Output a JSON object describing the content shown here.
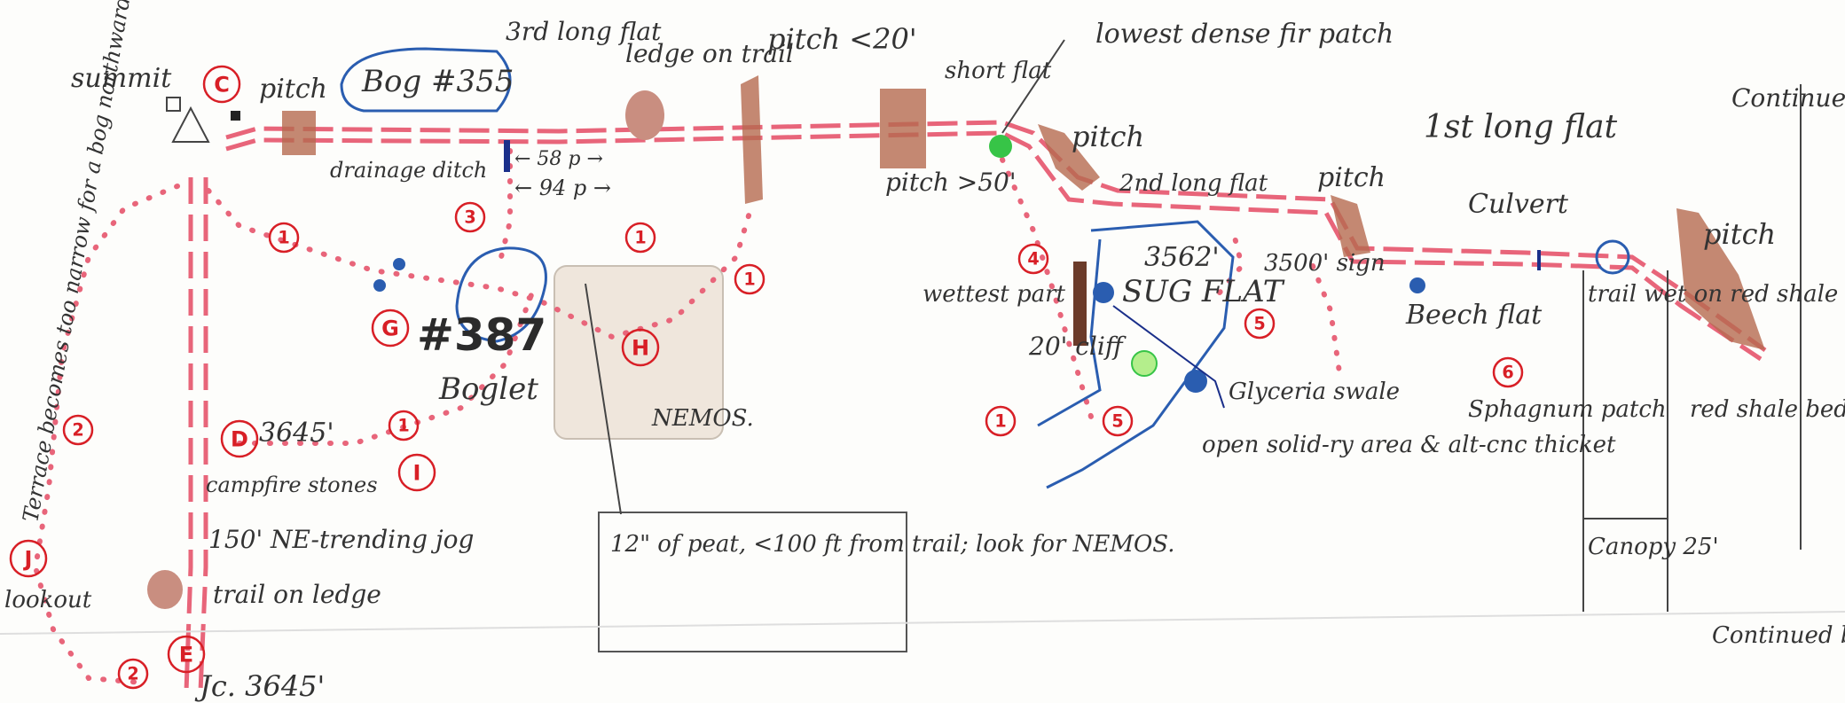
{
  "waypoints": [
    {
      "id": "C",
      "label": "C"
    },
    {
      "id": "D",
      "label": "D"
    },
    {
      "id": "E",
      "label": "E"
    },
    {
      "id": "G",
      "label": "G"
    },
    {
      "id": "H",
      "label": "H"
    },
    {
      "id": "I",
      "label": "I"
    },
    {
      "id": "J",
      "label": "J"
    }
  ],
  "numbers": [
    "1",
    "1",
    "1",
    "1",
    "1",
    "2",
    "2",
    "3",
    "4",
    "5",
    "5",
    "6"
  ],
  "labels": {
    "summit": "summit",
    "pitch_top_left": "pitch",
    "bog355": "Bog #355",
    "third_flat": "3rd long flat",
    "ledge_on_trail": "ledge on trail",
    "pitch_lt20": "pitch <20'",
    "short_flat": "short flat",
    "lowest_fir": "lowest dense fir patch",
    "continued_right": "Continued",
    "drainage_ditch": "drainage ditch",
    "dist_58": "← 58 p →",
    "dist_94": "← 94 p →",
    "pitch_50": "pitch >50'",
    "pitch_mid": "pitch",
    "second_flat": "2nd long flat",
    "pitch_right1": "pitch",
    "first_flat": "1st long flat",
    "culvert": "Culvert",
    "pitch_right2": "pitch",
    "terrace": "Terrace becomes too narrow for a bog northward",
    "boglet_num": "#387",
    "boglet": "Boglet",
    "elev_3562": "3562'",
    "sug_flat": "SUG FLAT",
    "sign_3500": "3500' sign",
    "beech_flat": "Beech flat",
    "wettest": "wettest part",
    "cliff": "20' cliff",
    "glyceria": "Glyceria swale",
    "open_solid": "open solid-ry area & alt-cnc thicket",
    "sphagnum": "Sphagnum patch",
    "trail_wet": "trail wet on red shale ledge",
    "canopy": "Canopy 25'",
    "red_shale": "red shale bedrock exposed",
    "elev_3645": "3645'",
    "campfire": "campfire stones",
    "jog": "150' NE-trending jog",
    "lookout": "lookout",
    "trail_ledge": "trail on ledge",
    "jct": "Jc. 3645'",
    "continued_below": "Continued below",
    "note_box": "12\" of peat, <100 ft from trail; look for NEMOS.",
    "pasted_note": "NEMOS."
  },
  "colors": {
    "trail": "#e8657a",
    "marker": "#d81f26",
    "water": "#2a5db0",
    "shading": "#b56a50",
    "pencil": "#444444",
    "green": "#37c447"
  }
}
